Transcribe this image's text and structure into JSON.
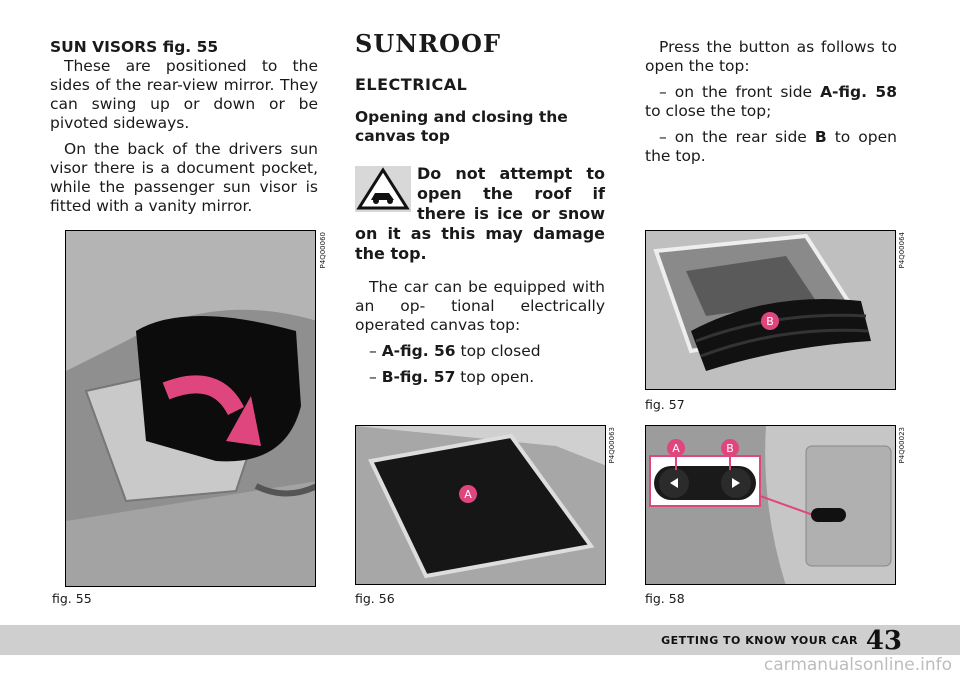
{
  "col1": {
    "heading": "SUN VISORS fig. 55",
    "para1": "These are positioned to the sides of the rear-view mirror. They can swing up or down or be pivoted sideways.",
    "para2": "On the back of the drivers sun visor there is a document pocket, while the passenger sun visor is fitted with a vanity mirror."
  },
  "col2": {
    "title": "SUNROOF",
    "section": "ELECTRICAL",
    "subheading": "Opening and closing the canvas top",
    "warning": "Do not attempt to open the roof if there is ice or snow on it as this may damage the top.",
    "para": "The car can be equipped with an op- tional electrically operated canvas top:",
    "item1_ref": "A-fig. 56",
    "item1_text": " top closed",
    "item2_ref": "B-fig. 57",
    "item2_text": " top open.",
    "dash": "–"
  },
  "col3": {
    "para": "Press the button as follows to open the top:",
    "item1_pre": "– on the front side ",
    "item1_ref": "A-fig. 58",
    "item1_post": " to close the top;",
    "item2_pre": "– on the rear side ",
    "item2_ref": "B",
    "item2_post": " to open the top."
  },
  "figures": {
    "fig55": {
      "caption": "fig. 55",
      "code": "P4Q00060"
    },
    "fig56": {
      "caption": "fig. 56",
      "code": "P4Q00063",
      "label": "A"
    },
    "fig57": {
      "caption": "fig. 57",
      "code": "P4Q00064",
      "label": "B"
    },
    "fig58": {
      "caption": "fig. 58",
      "code": "P4Q00023",
      "label_a": "A",
      "label_b": "B"
    }
  },
  "footer": {
    "section": "GETTING TO KNOW YOUR CAR",
    "page": "43"
  },
  "watermark": "carmanualsonline.info",
  "colors": {
    "callout": "#e0467e",
    "footer_bg": "#cfcfcf"
  }
}
